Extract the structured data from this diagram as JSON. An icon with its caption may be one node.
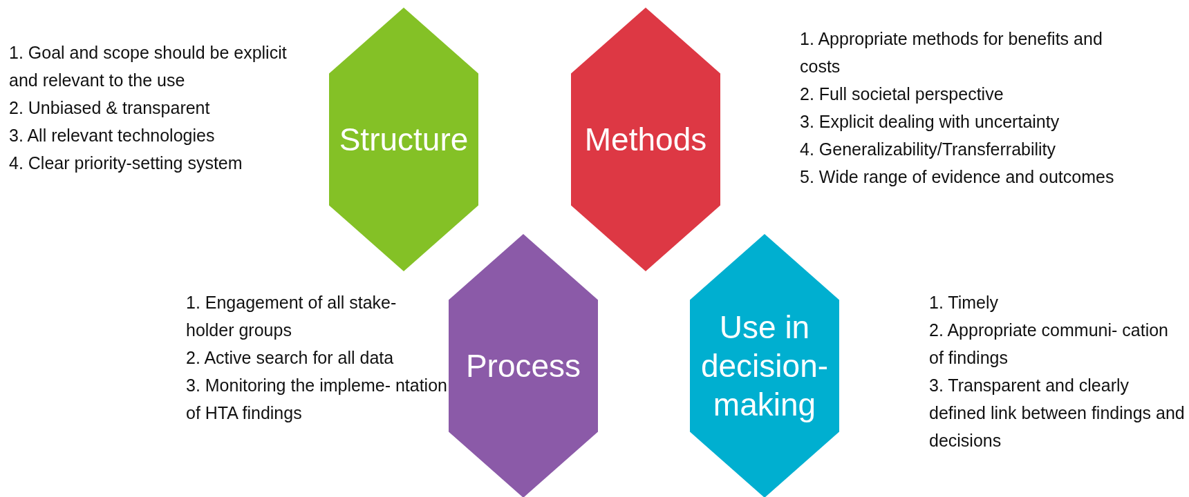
{
  "diagram": {
    "nodes": [
      {
        "text": [
          "Structure"
        ],
        "beside": [
          "1. Goal and scope should be explicit and relevant to the use",
          "2. Unbiased & transparent",
          "3. All relevant technologies",
          "4. Clear priority-setting system"
        ]
      },
      {
        "text": [
          "Methods"
        ],
        "beside": [
          "1. Appropriate methods for benefits and costs",
          "2. Full societal perspective",
          "3. Explicit dealing with uncertainty",
          "4. Generalizability/Transferrability",
          "5. Wide range of evidence and outcomes"
        ]
      },
      {
        "text": [
          "Process"
        ],
        "beside": [
          "1. Engagement of all stake- holder groups",
          "2. Active search for all data",
          "3. Monitoring the impleme- ntation of HTA findings"
        ]
      },
      {
        "text": [
          "Use in decision- making"
        ],
        "beside": [
          "1. Timely",
          "2. Appropriate communi- cation of findings",
          "3. Transparent and clearly defined link between findings and decisions"
        ]
      }
    ]
  }
}
